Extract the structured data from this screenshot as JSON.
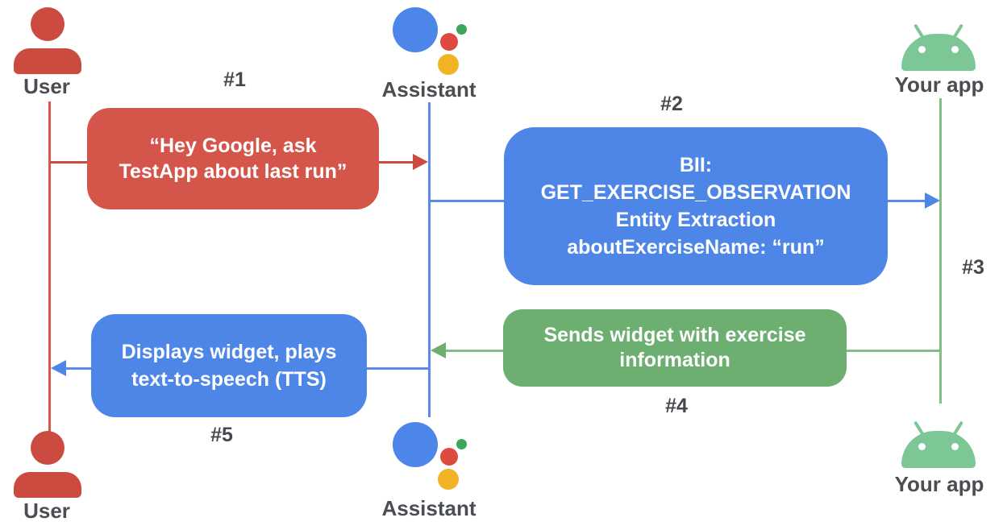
{
  "diagram": {
    "actors": {
      "user_top": "User",
      "assistant_top": "Assistant",
      "yourapp_top": "Your app",
      "user_bottom": "User",
      "assistant_bottom": "Assistant",
      "yourapp_bottom": "Your app"
    },
    "steps": {
      "s1": "#1",
      "s2": "#2",
      "s3": "#3",
      "s4": "#4",
      "s5": "#5"
    },
    "messages": {
      "m1": {
        "lines": [
          "“Hey Google, ask",
          "TestApp about last run”"
        ]
      },
      "m2": {
        "lines": [
          "BII:",
          "GET_EXERCISE_OBSERVATION",
          "Entity Extraction",
          "aboutExerciseName: “run”"
        ]
      },
      "m4": {
        "lines": [
          "Sends widget with exercise",
          "information"
        ]
      },
      "m5": {
        "lines": [
          "Displays widget, plays",
          "text-to-speech (TTS)"
        ]
      }
    },
    "icons": {
      "user": "user-person-icon",
      "assistant": "google-assistant-logo-icon",
      "yourapp": "android-robot-icon"
    },
    "colors": {
      "user_red": "#CC4B40",
      "message_red": "#D4554A",
      "message_blue": "#4E86E8",
      "message_green": "#6DAE71",
      "line_green": "#82BE87",
      "android_green": "#7CC795",
      "assistant_blue": "#4C86E8",
      "assistant_red": "#DC4B3D",
      "assistant_green": "#3CA65B",
      "assistant_yellow": "#F2B327",
      "label_gray": "#45494D"
    }
  }
}
